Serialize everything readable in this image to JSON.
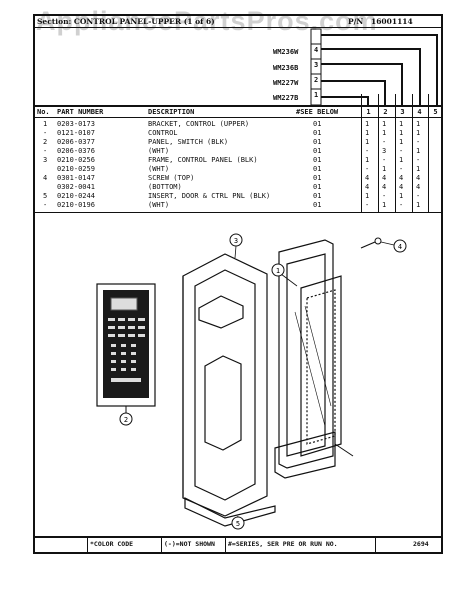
{
  "header": {
    "section": "Section: CONTROL PANEL-UPPER (1 of 6)",
    "pn_label": "P/N",
    "pn_value": "16001114",
    "watermark": "AppliancePartsPros.com"
  },
  "models": [
    {
      "name": "WM236W",
      "num": "4"
    },
    {
      "name": "WM236B",
      "num": "3"
    },
    {
      "name": "WM227W",
      "num": "2"
    },
    {
      "name": "WM227B",
      "num": "1"
    }
  ],
  "table_header": {
    "no": "No.",
    "part": "PART NUMBER",
    "desc": "DESCRIPTION",
    "see_below": "#SEE BELOW",
    "cols": [
      "1",
      "2",
      "3",
      "4",
      "5"
    ]
  },
  "rows": [
    {
      "no": "1",
      "part": "0203-0173",
      "desc": "BRACKET, CONTROL (UPPER)",
      "ref": "01",
      "vals": [
        "1",
        "1",
        "1",
        "1"
      ]
    },
    {
      "no": "-",
      "part": "0121-0107",
      "desc": "CONTROL",
      "ref": "01",
      "vals": [
        "1",
        "1",
        "1",
        "1"
      ]
    },
    {
      "no": "2",
      "part": "0206-0377",
      "desc": "PANEL, SWITCH (BLK)",
      "ref": "01",
      "vals": [
        "1",
        "-",
        "1",
        "-"
      ]
    },
    {
      "no": "-",
      "part": "0206-0376",
      "desc": "(WHT)",
      "ref": "01",
      "vals": [
        "-",
        "3",
        "-",
        "1"
      ]
    },
    {
      "no": "3",
      "part": "0210-0256",
      "desc": "FRAME, CONTROL PANEL (BLK)",
      "ref": "01",
      "vals": [
        "1",
        "-",
        "1",
        "-"
      ]
    },
    {
      "no": "",
      "part": "0210-0259",
      "desc": "(WHT)",
      "ref": "01",
      "vals": [
        "-",
        "1",
        "-",
        "1"
      ]
    },
    {
      "no": "4",
      "part": "0301-0147",
      "desc": "SCREW (TOP)",
      "ref": "01",
      "vals": [
        "4",
        "4",
        "4",
        "4"
      ]
    },
    {
      "no": "",
      "part": "0302-0041",
      "desc": "(BOTTOM)",
      "ref": "01",
      "vals": [
        "4",
        "4",
        "4",
        "4"
      ]
    },
    {
      "no": "5",
      "part": "0210-0244",
      "desc": "INSERT, DOOR & CTRL PNL (BLK)",
      "ref": "01",
      "vals": [
        "1",
        "-",
        "1",
        "-"
      ]
    },
    {
      "no": "-",
      "part": "0210-0196",
      "desc": "(WHT)",
      "ref": "01",
      "vals": [
        "-",
        "1",
        "-",
        "1"
      ]
    }
  ],
  "callouts": [
    "1",
    "2",
    "3",
    "4",
    "5"
  ],
  "footer": {
    "color_code": "*COLOR CODE",
    "not_shown": "(-)=NOT SHOWN",
    "series": "#=SERIES, SER PRE OR RUN NO.",
    "page": "2694"
  }
}
